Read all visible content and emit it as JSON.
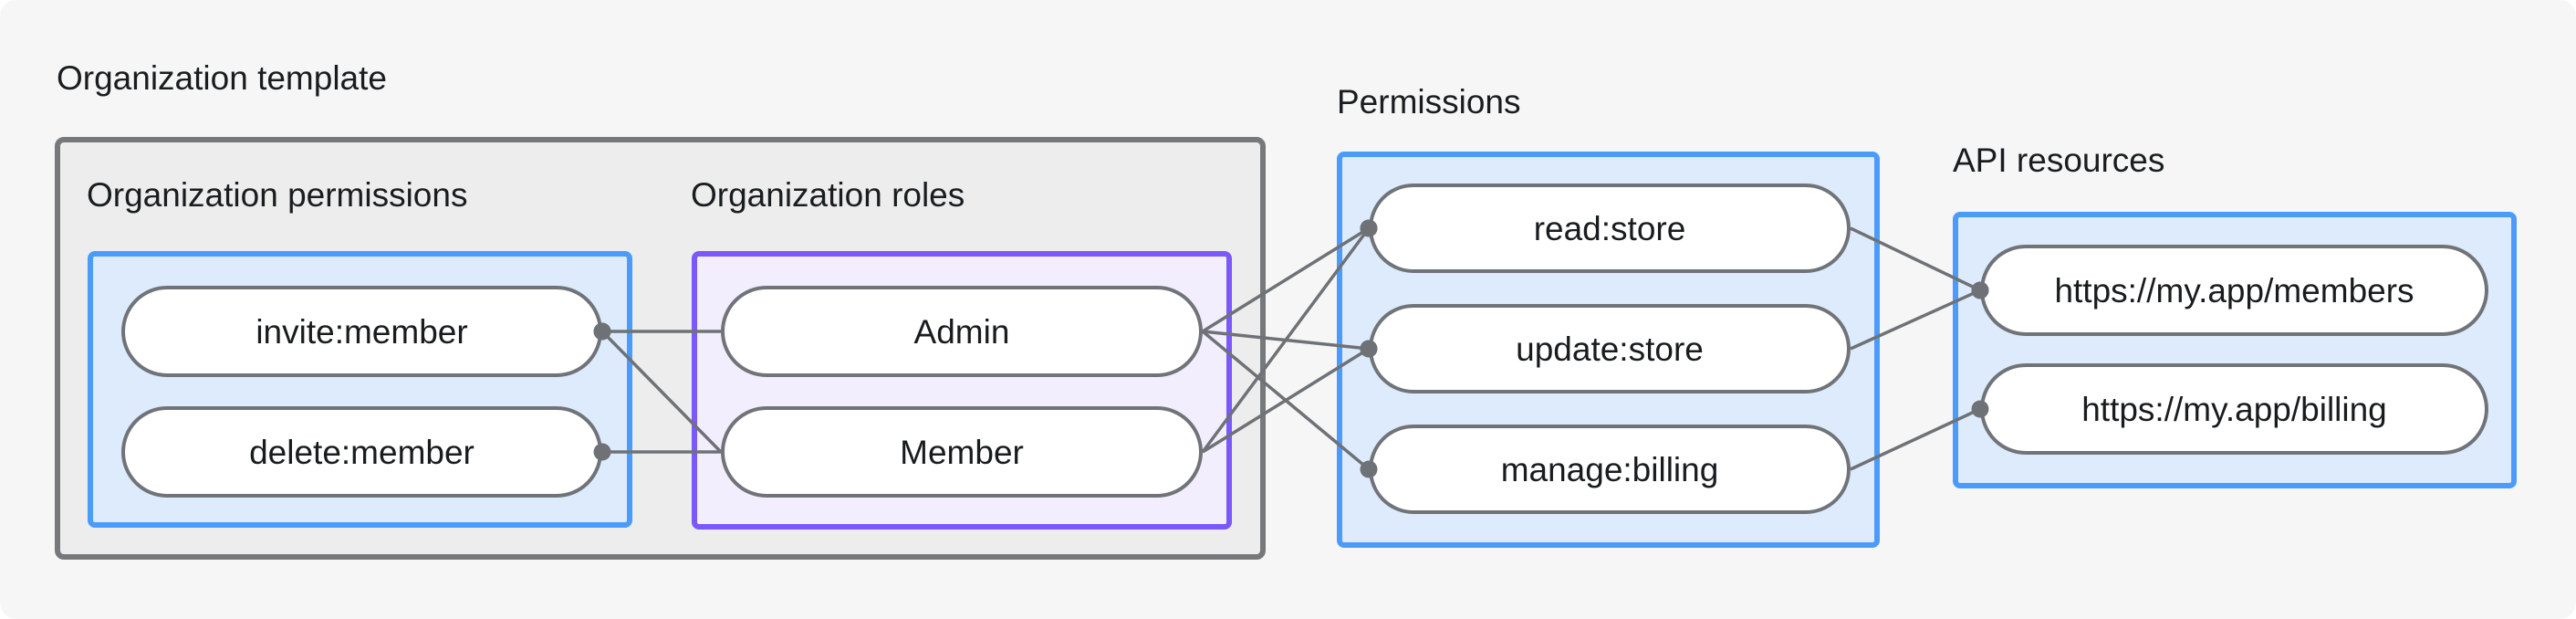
{
  "colors": {
    "background": "#f5f6f5",
    "container_fill": "#ecedec",
    "container_border": "#75797c",
    "blue_border": "#4b9cfa",
    "blue_fill": "#ddebfc",
    "purple_border": "#7a58f9",
    "purple_fill": "#f3eefd",
    "pill_border": "#707478",
    "pill_fill": "#ffffff",
    "line": "#6e7276",
    "text": "#191c1e"
  },
  "template_box": {
    "label": "Organization template",
    "org_permissions": {
      "label": "Organization permissions",
      "pills": [
        {
          "id": "invite",
          "label": "invite:member"
        },
        {
          "id": "delete",
          "label": "delete:member"
        }
      ]
    },
    "org_roles": {
      "label": "Organization roles",
      "pills": [
        {
          "id": "admin",
          "label": "Admin"
        },
        {
          "id": "member",
          "label": "Member"
        }
      ]
    }
  },
  "permissions": {
    "label": "Permissions",
    "pills": [
      {
        "id": "read",
        "label": "read:store"
      },
      {
        "id": "update",
        "label": "update:store"
      },
      {
        "id": "manage",
        "label": "manage:billing"
      }
    ]
  },
  "api_resources": {
    "label": "API resources",
    "pills": [
      {
        "id": "members",
        "label": "https://my.app/members"
      },
      {
        "id": "billing",
        "label": "https://my.app/billing"
      }
    ]
  },
  "edges": [
    {
      "from": "invite",
      "to": "admin",
      "dot": "source"
    },
    {
      "from": "invite",
      "to": "member",
      "dot": "source"
    },
    {
      "from": "delete",
      "to": "member",
      "dot": "source"
    },
    {
      "from": "admin",
      "to": "read",
      "dot": "target"
    },
    {
      "from": "admin",
      "to": "update",
      "dot": "target"
    },
    {
      "from": "admin",
      "to": "manage",
      "dot": "target"
    },
    {
      "from": "member",
      "to": "read",
      "dot": "target"
    },
    {
      "from": "member",
      "to": "update",
      "dot": "target"
    },
    {
      "from": "read",
      "to": "members",
      "dot": "target"
    },
    {
      "from": "update",
      "to": "members",
      "dot": "target"
    },
    {
      "from": "manage",
      "to": "billing",
      "dot": "target"
    }
  ]
}
